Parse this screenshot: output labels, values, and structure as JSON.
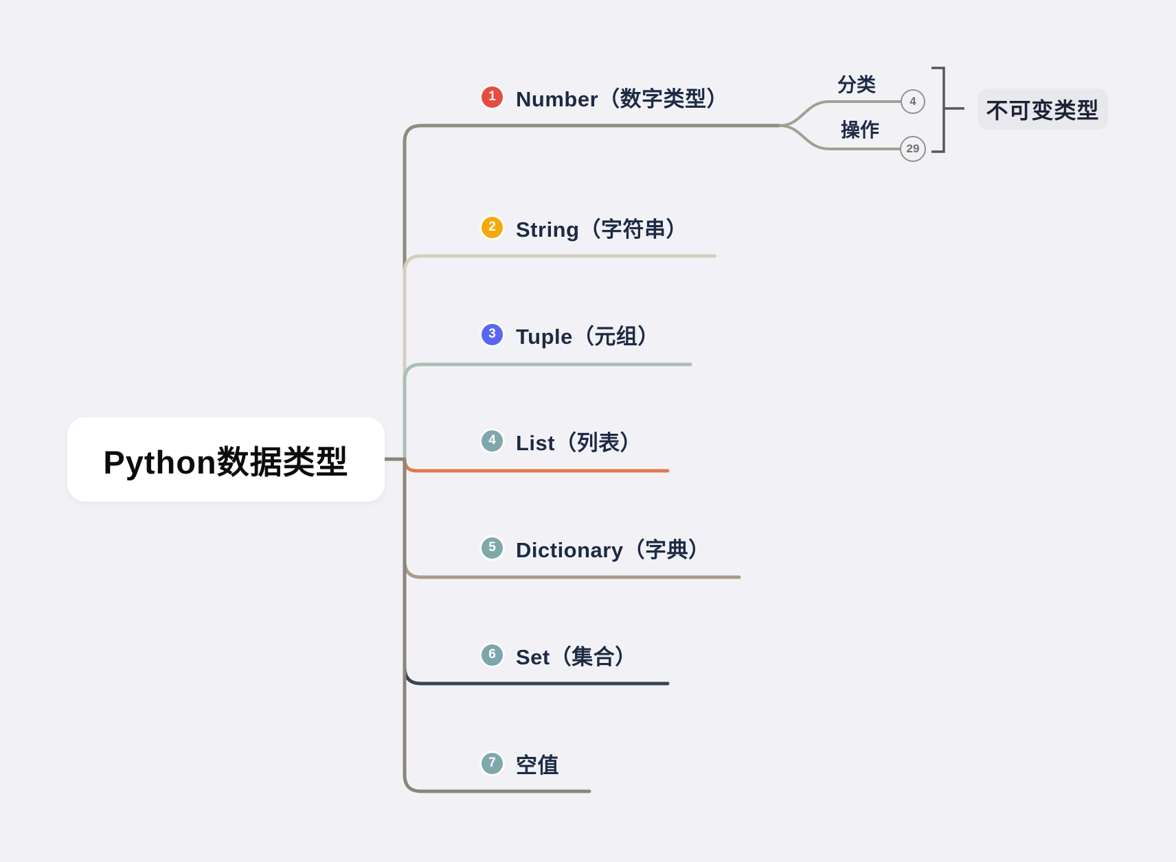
{
  "app": {
    "background": "#f2f2f6"
  },
  "root": {
    "label": "Python数据类型"
  },
  "topics": [
    {
      "key": "number",
      "badge": "1",
      "badge_color": "#e74c41",
      "label": "Number（数字类型）",
      "line_color": "#8f8b7d"
    },
    {
      "key": "string",
      "badge": "2",
      "badge_color": "#f6a90a",
      "label": "String（字符串）",
      "line_color": "#d5cfc1"
    },
    {
      "key": "tuple",
      "badge": "3",
      "badge_color": "#5a66f1",
      "label": "Tuple（元组）",
      "line_color": "#abc0b4"
    },
    {
      "key": "list",
      "badge": "4",
      "badge_color": "#7fa8ad",
      "label": "List（列表）",
      "line_color": "#e1794b"
    },
    {
      "key": "dictionary",
      "badge": "5",
      "badge_color": "#7fa8ad",
      "label": "Dictionary（字典）",
      "line_color": "#a99b85"
    },
    {
      "key": "set",
      "badge": "6",
      "badge_color": "#7da6ab",
      "label": "Set（集合）",
      "line_color": "#3b4353"
    },
    {
      "key": "null",
      "badge": "7",
      "badge_color": "#7fa8ad",
      "label": "空值",
      "line_color": "#8b8679"
    }
  ],
  "number_subtopics": [
    {
      "key": "classification",
      "label": "分类",
      "collapsed_count": "4"
    },
    {
      "key": "operation",
      "label": "操作",
      "collapsed_count": "29"
    }
  ],
  "group": {
    "label": "不可变类型"
  },
  "colors": {
    "connector": "#8a8579",
    "fork_line": "#a39f94",
    "bracket": "#54575d",
    "topic_text": "#1d2a44"
  }
}
